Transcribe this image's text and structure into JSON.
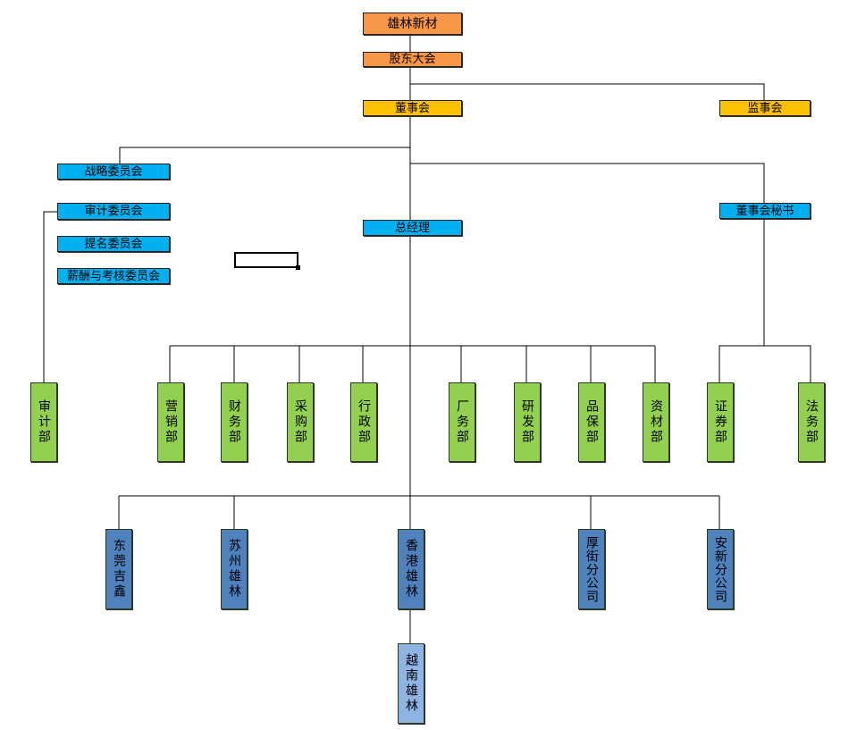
{
  "nodes": {
    "company": "雄林新材",
    "shareholders": "股东大会",
    "board": "董事会",
    "supervisors": "监事会",
    "strategy": "战略委员会",
    "audit_committee": "审计委员会",
    "nomination": "提名委员会",
    "compensation": "薪酬与考核委员会",
    "gm": "总经理",
    "secretary": "董事会秘书",
    "depts": [
      "审计部",
      "营销部",
      "财务部",
      "采购部",
      "行政部",
      "厂务部",
      "研发部",
      "品保部",
      "资材部",
      "证券部",
      "法务部"
    ],
    "subs": [
      "东莞吉鑫",
      "苏州雄林",
      "香港雄林",
      "厚街分公司",
      "安新分公司"
    ],
    "vietnam": "越南雄林"
  },
  "colors": {
    "top": "#f79646",
    "board": "#ffc000",
    "committee": "#00b0f0",
    "department": "#92d050",
    "subsidiary": "#4f81bd",
    "overseas": "#8db4e2"
  }
}
